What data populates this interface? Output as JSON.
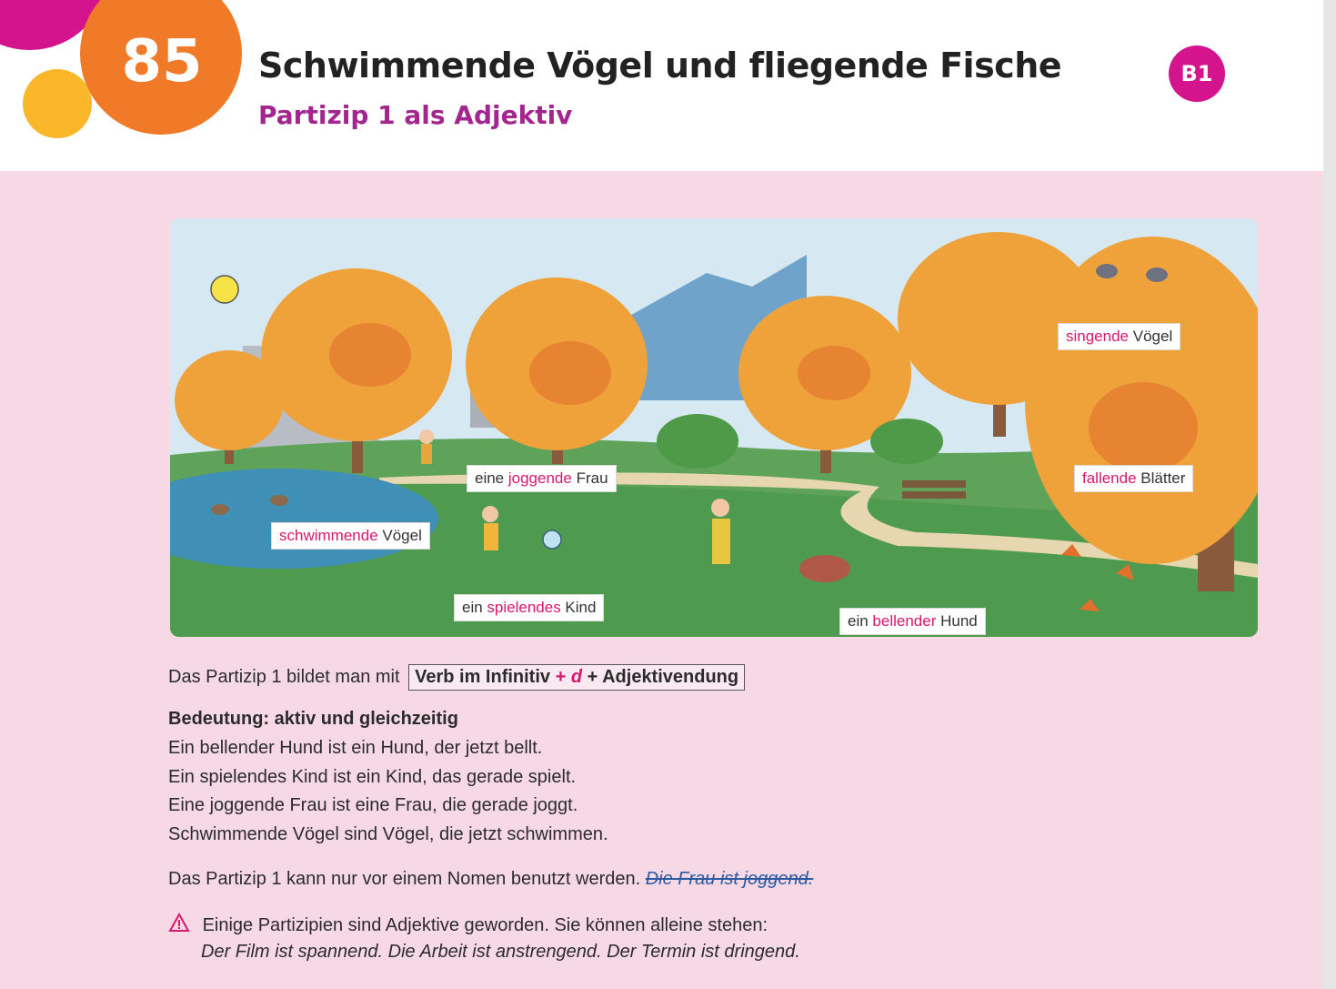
{
  "header": {
    "unit_number": "85",
    "title": "Schwimmende Vögel und fliegende Fische",
    "subtitle": "Partizip 1 als Adjektiv",
    "level": "B1"
  },
  "colors": {
    "magenta": "#d4148c",
    "orange": "#f07a28",
    "yellow": "#fbb72a",
    "subtitle": "#a3268e",
    "highlight": "#d6186e",
    "background_pink": "#f7d9e6"
  },
  "illustration": {
    "labels": {
      "singende": {
        "pre": "",
        "hl": "singende",
        "post": " Vögel"
      },
      "joggende": {
        "pre": "eine ",
        "hl": "joggende",
        "post": " Frau"
      },
      "fallende": {
        "pre": "",
        "hl": "fallende",
        "post": " Blätter"
      },
      "schwimmende": {
        "pre": "",
        "hl": "schwimmende",
        "post": " Vögel"
      },
      "spielendes": {
        "pre": "ein ",
        "hl": "spielendes",
        "post": " Kind"
      },
      "bellender": {
        "pre": "ein ",
        "hl": "bellender",
        "post": " Hund"
      }
    }
  },
  "rule": {
    "intro": "Das Partizip 1 bildet man mit",
    "formula_a": "Verb im Infinitiv",
    "formula_plus": " + ",
    "formula_d": "d",
    "formula_b": " + Adjektivendung"
  },
  "meaning": {
    "heading": "Bedeutung: aktiv und gleichzeitig",
    "examples": [
      "Ein bellender Hund ist ein Hund, der jetzt bellt.",
      "Ein spielendes Kind ist ein Kind, das gerade spielt.",
      "Eine joggende Frau ist eine Frau, die gerade joggt.",
      "Schwimmende Vögel sind Vögel, die jetzt schwimmen."
    ]
  },
  "restriction": {
    "text": "Das Partizip 1 kann nur vor einem Nomen benutzt werden.",
    "wrong_example": "Die Frau ist joggend."
  },
  "warning": {
    "icon": "warning-triangle-icon",
    "text": "Einige Partizipien sind Adjektive geworden. Sie können alleine stehen:",
    "examples": "Der Film ist spannend. Die Arbeit ist anstrengend. Der Termin ist dringend."
  }
}
